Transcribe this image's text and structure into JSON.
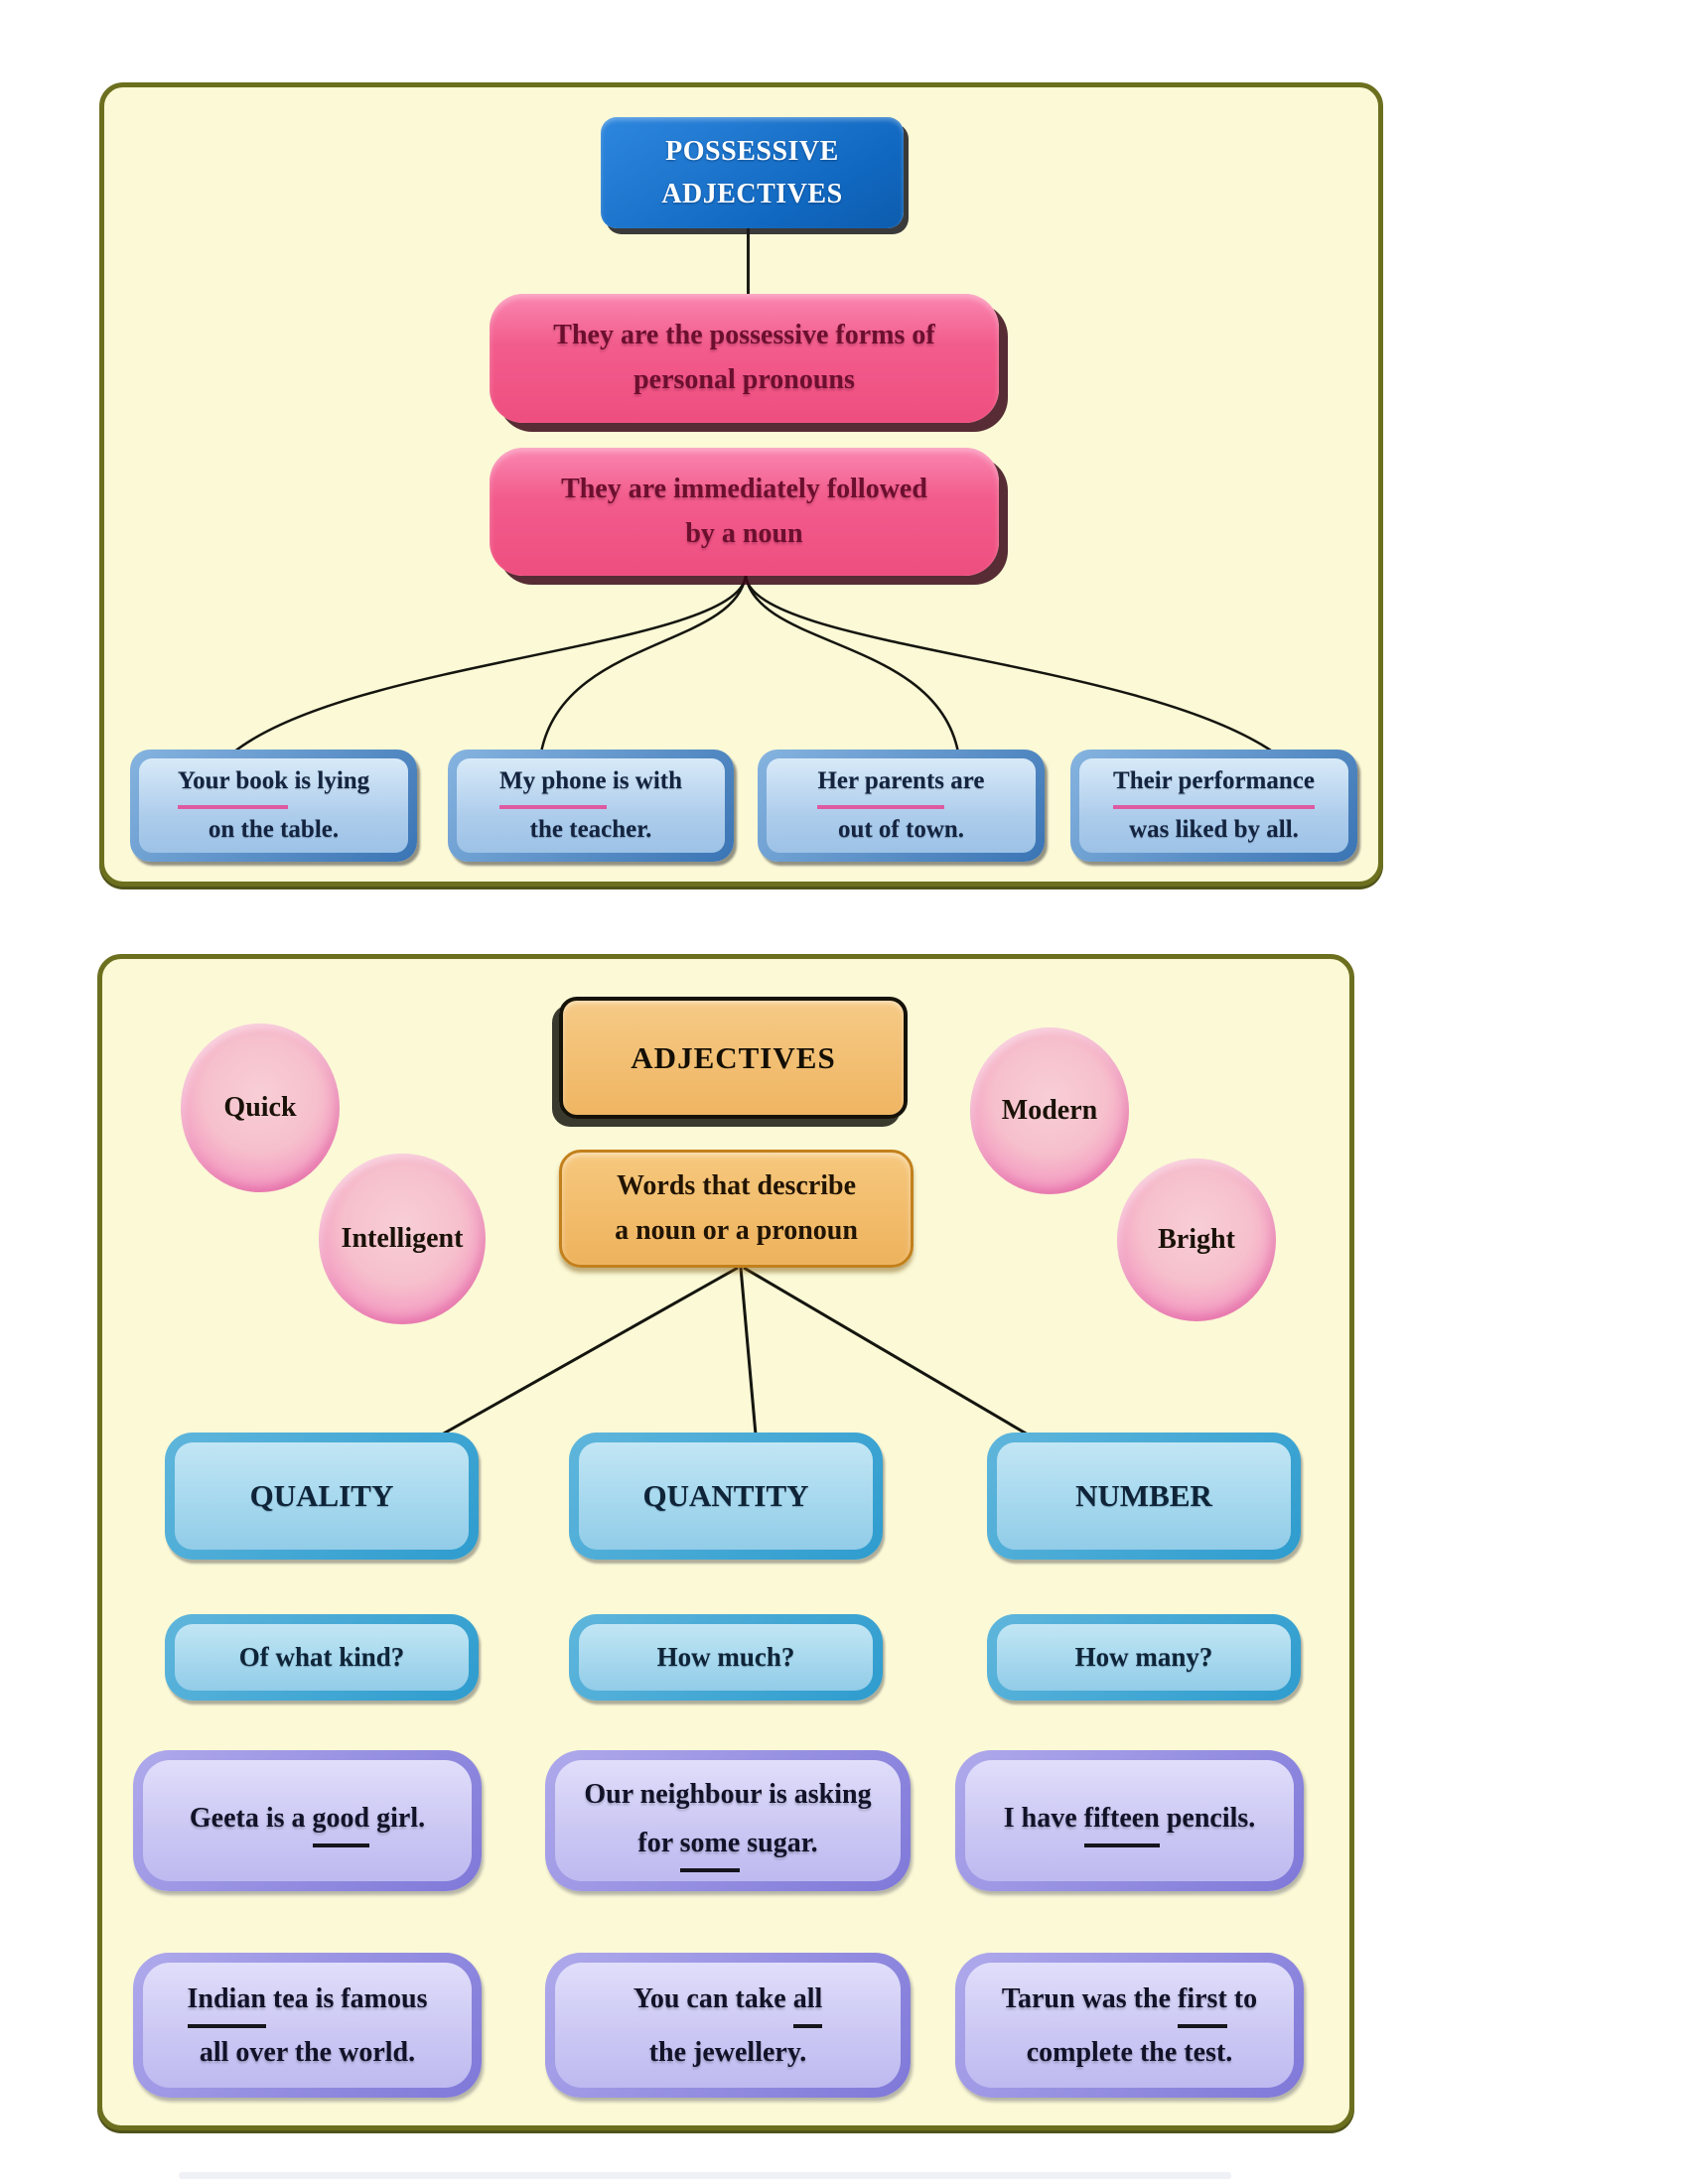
{
  "colors": {
    "page_bg": "#FFFFFF",
    "panel_bg": "#FBF9D6",
    "panel_border": "#6C6F1E",
    "title_blue": "#1168C0",
    "fact_pink": "#F25C8C",
    "underline_pink": "#DE5AA0",
    "underline_black": "#15151C",
    "example_blue": "#AECDEC",
    "orange_box": "#EFB562",
    "bubble_pink": "#F49CC2",
    "category_sky": "#A6D8EE",
    "example_purple": "#CCC8F4",
    "connector_line": "#15150F"
  },
  "panel1": {
    "title_lines": [
      [
        {
          "t": "POSSESSIVE"
        }
      ],
      [
        {
          "t": "ADJECTIVES"
        }
      ]
    ],
    "fact1_lines": [
      [
        {
          "t": "They are the possessive forms of"
        }
      ],
      [
        {
          "t": "personal pronouns"
        }
      ]
    ],
    "fact2_lines": [
      [
        {
          "t": "They are immediately followed"
        }
      ],
      [
        {
          "t": "by a noun"
        }
      ]
    ],
    "examples": [
      {
        "lines": [
          [
            {
              "t": "Your book",
              "u": true
            },
            {
              "t": " is lying"
            }
          ],
          [
            {
              "t": "on the table."
            }
          ]
        ]
      },
      {
        "lines": [
          [
            {
              "t": "My phone",
              "u": true
            },
            {
              "t": " is with"
            }
          ],
          [
            {
              "t": "the teacher."
            }
          ]
        ]
      },
      {
        "lines": [
          [
            {
              "t": "Her parents",
              "u": true
            },
            {
              "t": " are"
            }
          ],
          [
            {
              "t": "out of town."
            }
          ]
        ]
      },
      {
        "lines": [
          [
            {
              "t": "Their performance",
              "u": true
            }
          ],
          [
            {
              "t": "was liked by all."
            }
          ]
        ]
      }
    ]
  },
  "panel2": {
    "title": "ADJECTIVES",
    "definition_lines": [
      [
        {
          "t": "Words that describe"
        }
      ],
      [
        {
          "t": "a noun or a pronoun"
        }
      ]
    ],
    "bubbles": [
      "Quick",
      "Intelligent",
      "Modern",
      "Bright"
    ],
    "categories": [
      "QUALITY",
      "QUANTITY",
      "NUMBER"
    ],
    "questions": [
      "Of what kind?",
      "How much?",
      "How many?"
    ],
    "examples_row1": [
      {
        "lines": [
          [
            {
              "t": "Geeta is a "
            },
            {
              "t": "good",
              "u": true
            },
            {
              "t": " girl."
            }
          ]
        ]
      },
      {
        "lines": [
          [
            {
              "t": "Our neighbour is asking"
            }
          ],
          [
            {
              "t": "for "
            },
            {
              "t": "some",
              "u": true
            },
            {
              "t": " sugar."
            }
          ]
        ]
      },
      {
        "lines": [
          [
            {
              "t": "I have "
            },
            {
              "t": "fifteen",
              "u": true
            },
            {
              "t": " pencils."
            }
          ]
        ]
      }
    ],
    "examples_row2": [
      {
        "lines": [
          [
            {
              "t": "Indian",
              "u": true
            },
            {
              "t": " tea is famous"
            }
          ],
          [
            {
              "t": "all over the world."
            }
          ]
        ]
      },
      {
        "lines": [
          [
            {
              "t": "You can take "
            },
            {
              "t": "all",
              "u": true
            }
          ],
          [
            {
              "t": "the jewellery."
            }
          ]
        ]
      },
      {
        "lines": [
          [
            {
              "t": "Tarun was the "
            },
            {
              "t": "first",
              "u": true
            },
            {
              "t": " to"
            }
          ],
          [
            {
              "t": "complete the test."
            }
          ]
        ]
      }
    ]
  }
}
